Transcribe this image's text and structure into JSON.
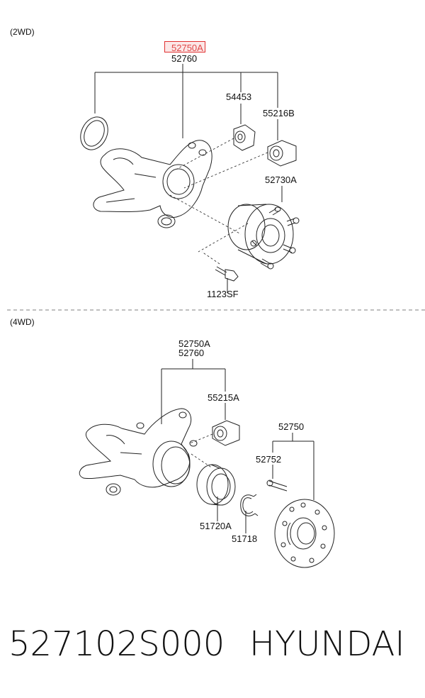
{
  "sections": {
    "two_wd": "(2WD)",
    "four_wd": "(4WD)"
  },
  "parts_2wd": {
    "p52750a": "52750A",
    "p52760": "52760",
    "p54453": "54453",
    "p55216b": "55216B",
    "p52730a": "52730A",
    "p1123sf": "1123SF"
  },
  "parts_4wd": {
    "p52750a": "52750A",
    "p52760": "52760",
    "p55215a": "55215A",
    "p52750": "52750",
    "p52752": "52752",
    "p51720a": "51720A",
    "p51718": "51718"
  },
  "footer": {
    "part_number": "527102S000",
    "brand": "HYUNDAI"
  },
  "colors": {
    "highlight": "#e03030",
    "line": "#222222"
  }
}
